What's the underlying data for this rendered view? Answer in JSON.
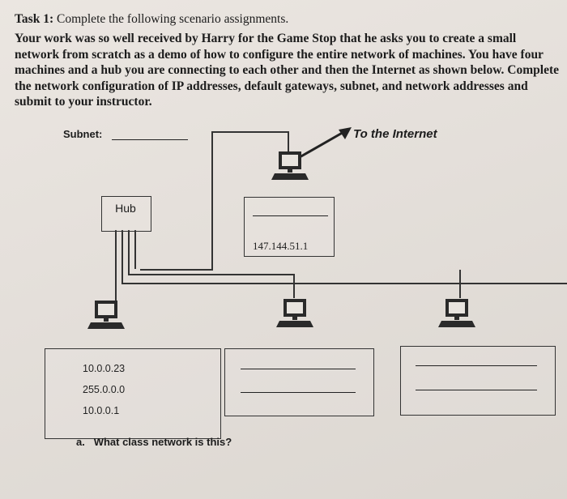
{
  "task": {
    "title": "Task 1:",
    "subtitle": "Complete the following scenario assignments.",
    "paragraph": "Your work was so well received by Harry for the Game Stop that he asks you to create a small network from scratch as a demo of how to configure the entire network of machines. You have four machines and a hub you are connecting to each other and then the Internet as shown below. Complete the network configuration of IP addresses, default gateways, subnet, and network addresses and submit to your instructor."
  },
  "diagram": {
    "subnet_label": "Subnet:",
    "internet_label": "To the Internet",
    "hub_label": "Hub",
    "router_ip": "147.144.51.1",
    "pc1": {
      "ip": "10.0.0.23",
      "mask": "255.0.0.0",
      "gateway": "10.0.0.1"
    }
  },
  "question": {
    "label": "a.",
    "text": "What class network is this?"
  }
}
